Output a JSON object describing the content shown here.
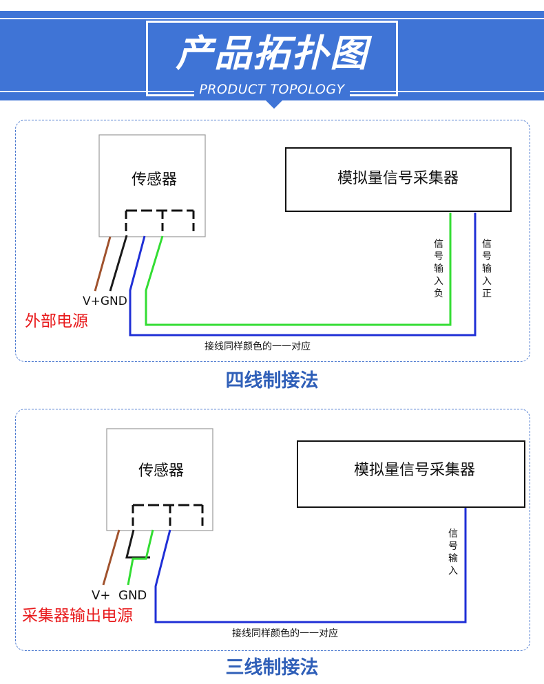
{
  "header": {
    "title": "产品拓扑图",
    "subtitle": "PRODUCT TOPOLOGY"
  },
  "four_wire": {
    "sensor_label": "传感器",
    "collector_label": "模拟量信号采集器",
    "vplus_gnd_label": "V+GND",
    "power_label": "外部电源",
    "signal_negative": [
      "信",
      "号",
      "输",
      "入",
      "负"
    ],
    "signal_positive": [
      "信",
      "号",
      "输",
      "入",
      "正"
    ],
    "wiring_note": "接线同样颜色的一一对应",
    "caption": "四线制接法"
  },
  "three_wire": {
    "sensor_label": "传感器",
    "collector_label": "模拟量信号采集器",
    "vplus_label": "V+",
    "gnd_label": "GND",
    "power_label": "采集器输出电源",
    "signal_input": [
      "信",
      "号",
      "输",
      "入"
    ],
    "wiring_note": "接线同样颜色的一一对应",
    "caption": "三线制接法"
  },
  "colors": {
    "banner": "#3f74d6",
    "caption": "#2f5fb8",
    "wire_brown": "#a0522d",
    "wire_black": "#1a1a1a",
    "wire_blue": "#1f2fd6",
    "wire_green": "#33dd33",
    "power_text": "#e8191b"
  }
}
